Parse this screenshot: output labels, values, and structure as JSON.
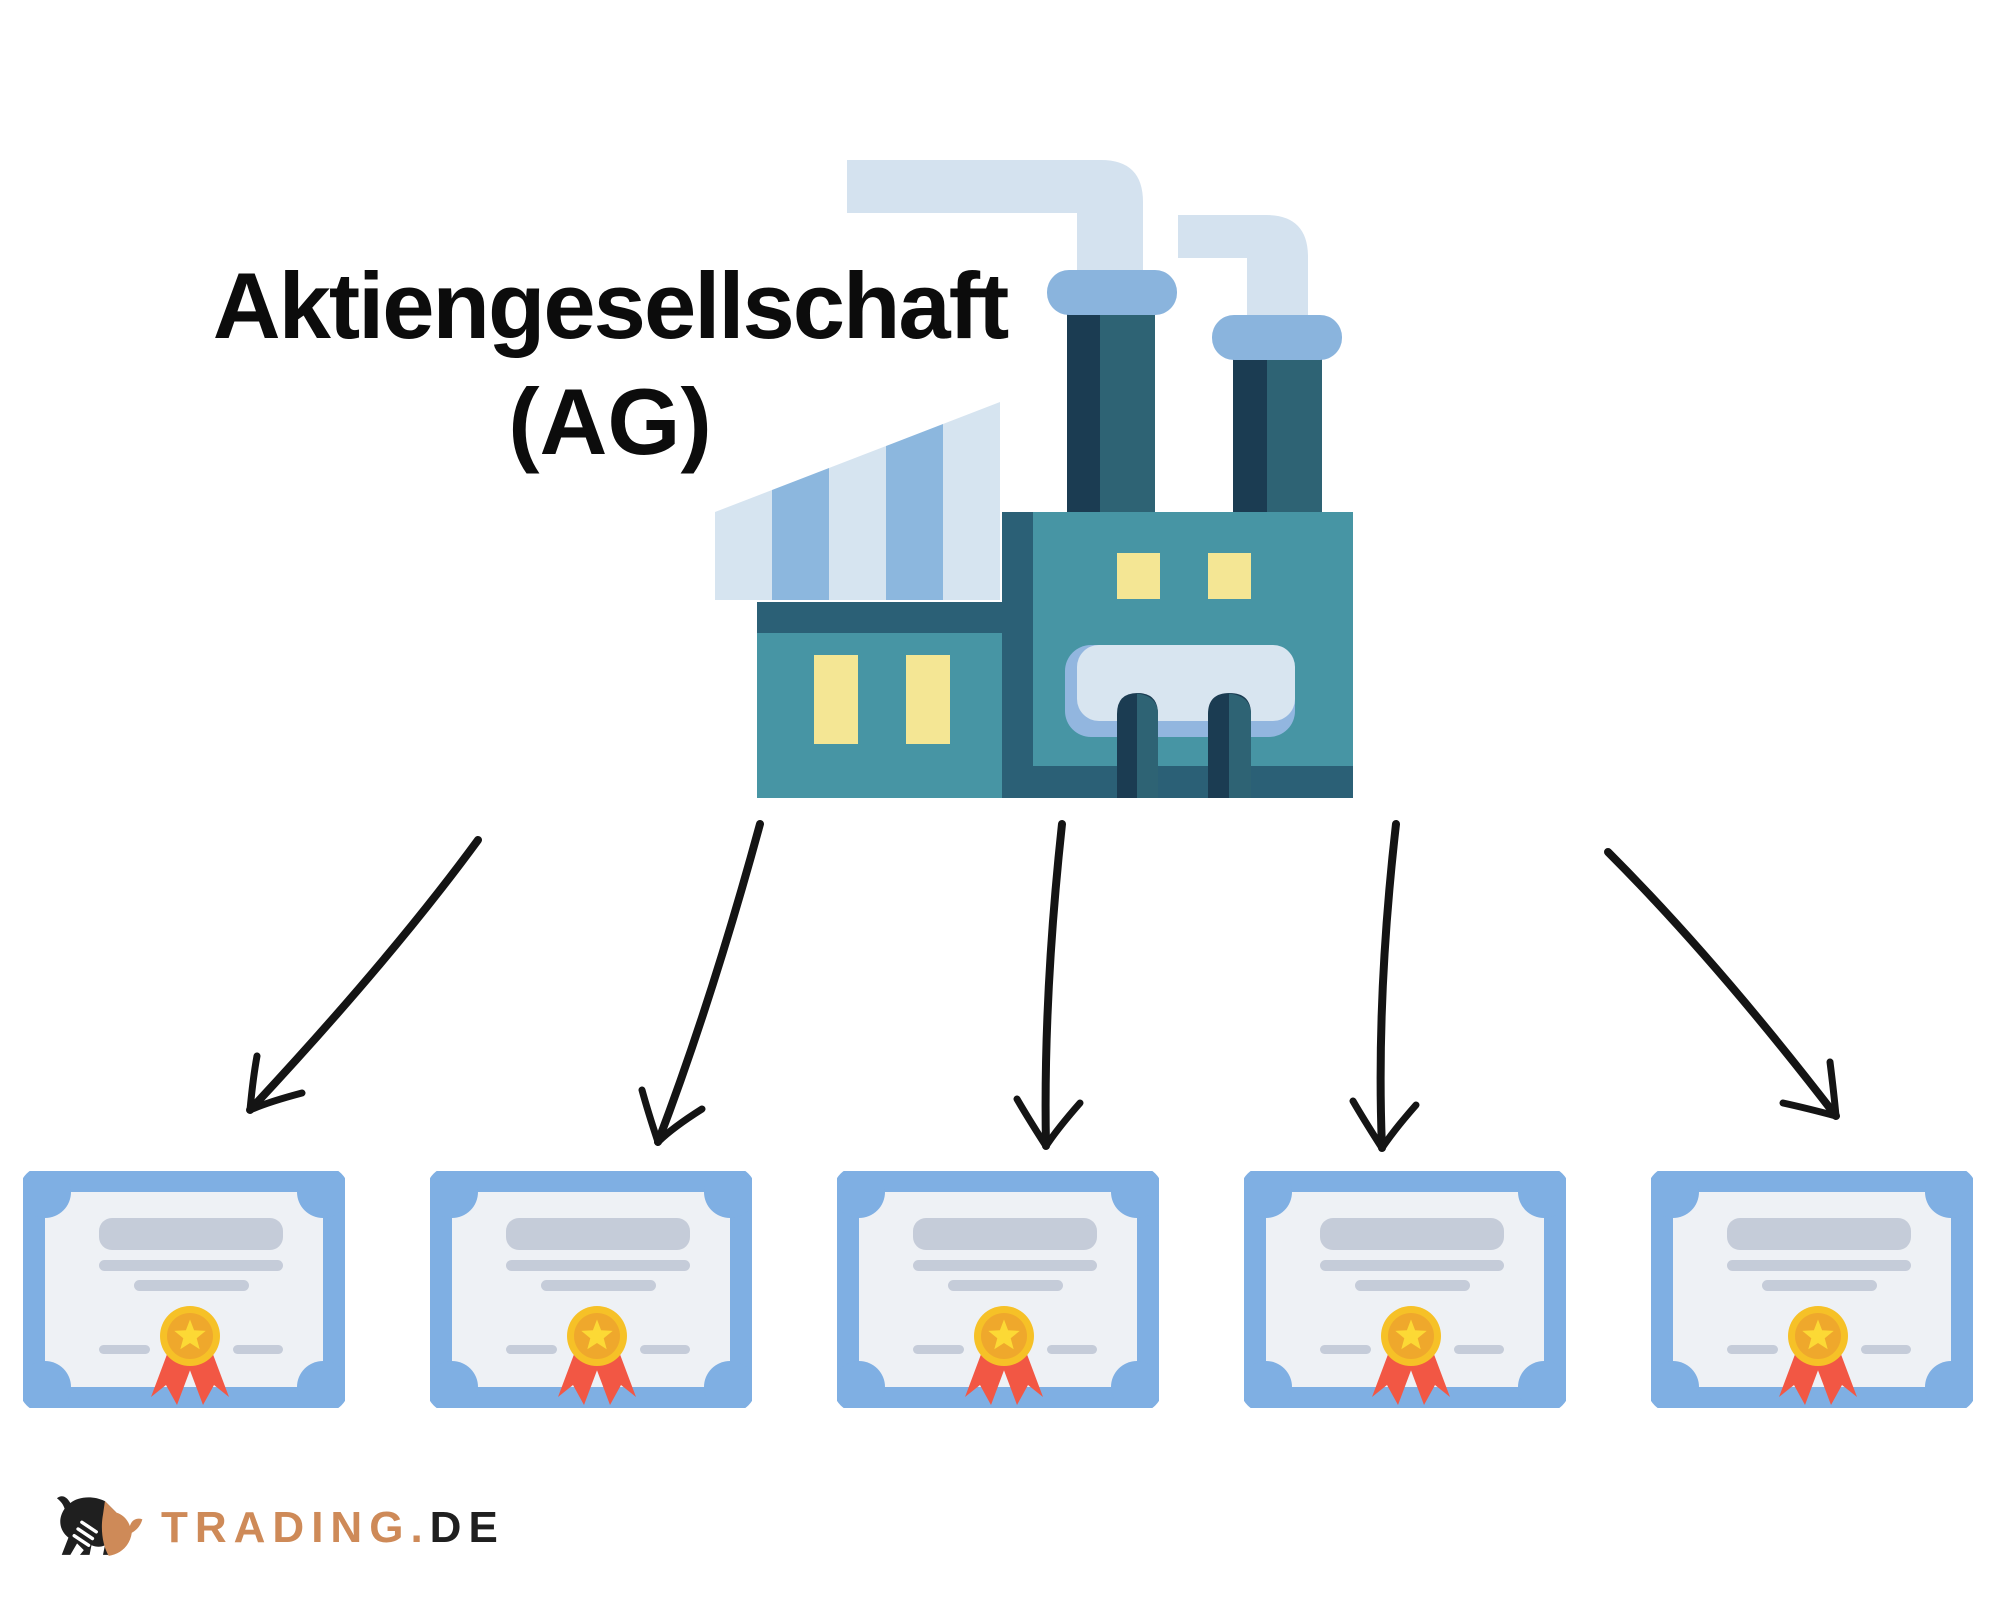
{
  "title": {
    "line1": "Aktiengesellschaft",
    "line2": "(AG)"
  },
  "diagram": {
    "factory_icon": "factory-building-icon",
    "arrows_count": 5,
    "certificates_count": 5,
    "certificate_icon": "share-certificate-icon",
    "medal_icon": "gold-medal-star-icon"
  },
  "logo": {
    "icon": "bull-icon",
    "brand": "TRADING",
    "dot": ".",
    "tld": "DE"
  },
  "colors": {
    "titleInk": "#0c0c0c",
    "arrowInk": "#141414",
    "pipeLight": "#d4e2ef",
    "capBlue": "#8ab4dd",
    "navy": "#1b3c52",
    "chimTeal": "#2e6374",
    "teal": "#4795a4",
    "darkTeal": "#2b6076",
    "windowYellow": "#f4e694",
    "roofLight": "#d6e4f0",
    "roofMed": "#8cb7de",
    "doorLight": "#d8e5f0",
    "doorShadow": "#92b6df",
    "certBlue": "#7fafe3",
    "paper": "#eef1f5",
    "barGray": "#c5ccd9",
    "medalRing": "#f6c127",
    "medalDisc": "#efa82c",
    "star": "#fcd935",
    "ribbon": "#f25744",
    "logoOrange": "#ce8a58",
    "logoDark": "#1f1f1f"
  }
}
